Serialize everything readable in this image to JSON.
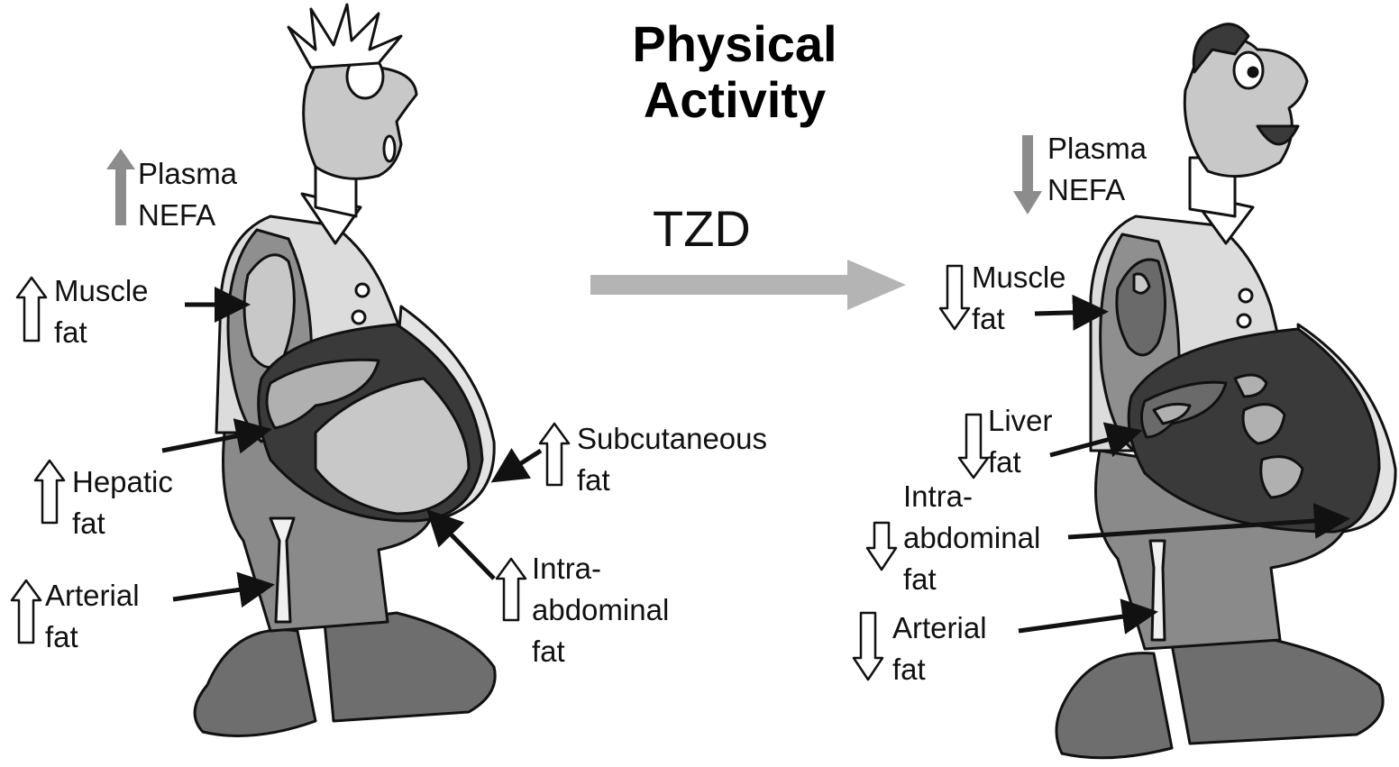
{
  "title": {
    "line1": "Physical",
    "line2": "Activity"
  },
  "treatment_label": "TZD",
  "before": {
    "plasma": {
      "line1": "Plasma",
      "line2": "NEFA",
      "direction": "up"
    },
    "muscle": {
      "line1": "Muscle",
      "line2": "fat",
      "direction": "up"
    },
    "hepatic": {
      "line1": "Hepatic",
      "line2": "fat",
      "direction": "up"
    },
    "arterial": {
      "line1": "Arterial",
      "line2": "fat",
      "direction": "up"
    },
    "subcutaneous": {
      "line1": "Subcutaneous",
      "line2": "fat",
      "direction": "up"
    },
    "intra": {
      "line1": "Intra-",
      "line2": "abdominal",
      "line3": "fat",
      "direction": "up"
    }
  },
  "after": {
    "plasma": {
      "line1": "Plasma",
      "line2": "NEFA",
      "direction": "down"
    },
    "muscle": {
      "line1": "Muscle",
      "line2": "fat",
      "direction": "down"
    },
    "liver": {
      "line1": "Liver",
      "line2": "fat",
      "direction": "down"
    },
    "intra": {
      "line1": "Intra-",
      "line2": "abdominal",
      "line3": "fat",
      "direction": "down"
    },
    "arterial": {
      "line1": "Arterial",
      "line2": "fat",
      "direction": "down"
    }
  },
  "colors": {
    "skin": "#c8c8c8",
    "shirt": "#dcdcdc",
    "trousers": "#8a8a8a",
    "shoes": "#6e6e6e",
    "visceral_fat": "#3a3a3a",
    "solid_arrow": "#8c8c8c",
    "transition_arrow": "#b4b4b4",
    "outline": "#111111"
  }
}
